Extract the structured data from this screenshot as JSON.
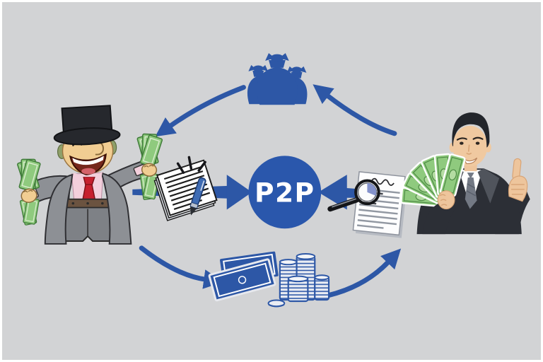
{
  "diagram": {
    "center_node": {
      "label": "P2P",
      "shape": "circle",
      "fill_color": "#2a57ac",
      "text_color": "#ffffff"
    },
    "background_color": "#d2d3d5",
    "accent_blue": "#2d57a6",
    "money_green": "#8fca7e",
    "icons": [
      {
        "name": "rich-man-with-cash-icon",
        "position": "left"
      },
      {
        "name": "businessman-thumbs-up-icon",
        "position": "right"
      },
      {
        "name": "money-bags-icon",
        "position": "top-center"
      },
      {
        "name": "contract-pen-icon",
        "position": "middle-left"
      },
      {
        "name": "document-magnifier-icon",
        "position": "middle-right"
      },
      {
        "name": "banknotes-coins-icon",
        "position": "bottom-center"
      }
    ],
    "arrows": [
      {
        "name": "arrow-bags-to-left-man",
        "direction": "down-left"
      },
      {
        "name": "arrow-right-man-to-bags",
        "direction": "up-left"
      },
      {
        "name": "arrow-left-man-to-coins",
        "direction": "down-right"
      },
      {
        "name": "arrow-coins-to-right-man",
        "direction": "up-right"
      },
      {
        "name": "arrow-contract-to-center",
        "direction": "right"
      },
      {
        "name": "arrow-document-to-center",
        "direction": "left"
      }
    ]
  }
}
